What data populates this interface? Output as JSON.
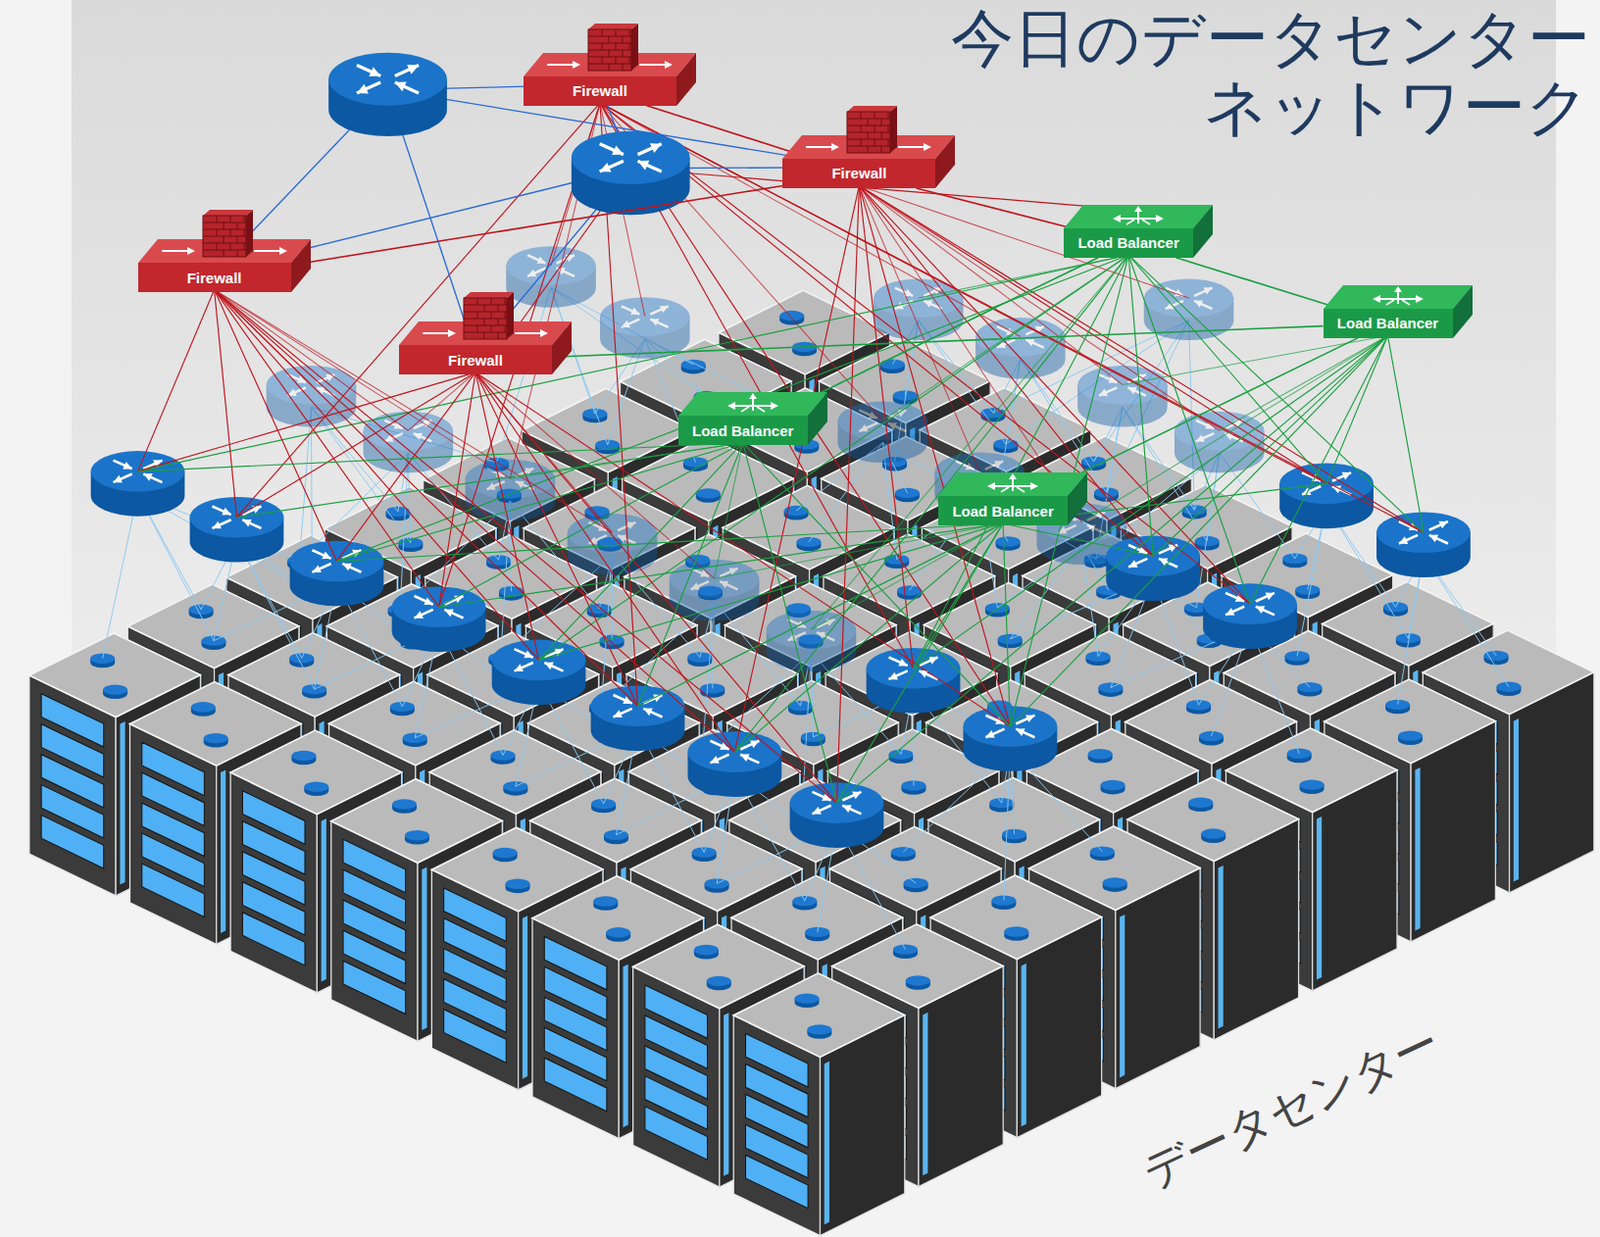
{
  "diagram": {
    "title": "今日のデータセンター ネットワーク",
    "nodes": [
      {
        "text": [
          "Firewall"
        ]
      },
      {
        "text": [
          "Firewall"
        ]
      },
      {
        "text": [
          "Load Balancer"
        ]
      },
      {
        "text": [
          "Firewall"
        ]
      },
      {
        "text": [
          "Load Balancer"
        ]
      },
      {
        "text": [
          "Firewall"
        ]
      },
      {
        "text": [
          "Load Balancer"
        ]
      },
      {
        "text": [
          "Load Balancer"
        ]
      }
    ],
    "edges": [
      {
        "from": 0,
        "to": 1,
        "arrow": "none"
      },
      {
        "from": 3,
        "to": 1,
        "arrow": "none"
      },
      {
        "from": 1,
        "to": 2,
        "arrow": "none"
      },
      {
        "from": 2,
        "to": 4,
        "arrow": "none"
      },
      {
        "from": 5,
        "to": 4,
        "arrow": "none"
      },
      {
        "from": 2,
        "to": 6,
        "arrow": "none"
      },
      {
        "from": 4,
        "to": 7,
        "arrow": "none"
      }
    ],
    "labels": [
      "データセンター"
    ]
  }
}
